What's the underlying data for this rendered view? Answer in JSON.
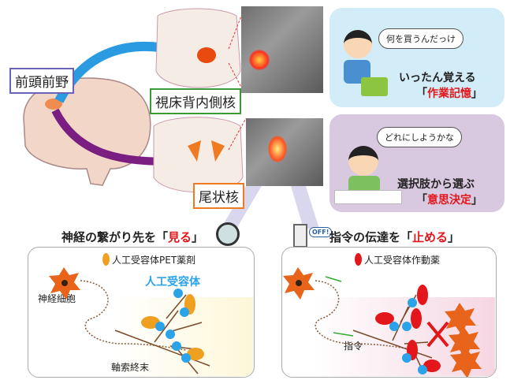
{
  "brain_labels": {
    "pfc": "前頭前野",
    "md": "視床背内側核",
    "caudate": "尾状核"
  },
  "panels": {
    "working_memory": {
      "thought": "何を買うんだっけ",
      "line1": "いったん覚える",
      "open": "「",
      "term": "作業記憶",
      "close": "」"
    },
    "decision": {
      "thought": "どれにしようかな",
      "line1": "選択肢から選ぶ",
      "open": "「",
      "term": "意思決定",
      "close": "」"
    }
  },
  "bottom_left": {
    "heading_pre": "神経の繋がり先を「",
    "heading_term": "見る",
    "heading_post": "」",
    "legend": "人工受容体PET薬剤",
    "receptor": "人工受容体",
    "neuron": "神経細胞",
    "terminal": "軸索終末"
  },
  "bottom_right": {
    "heading_pre": "指令の伝達を「",
    "heading_term": "止める",
    "heading_post": "」",
    "legend": "人工受容体作動薬",
    "command": "指令",
    "switch_label": "OFF!"
  },
  "colors": {
    "blue_arrow": "#2a9be0",
    "purple_arrow": "#7a1e82",
    "accent_red": "#e2161b",
    "receptor_blue": "#2aa3e8"
  }
}
